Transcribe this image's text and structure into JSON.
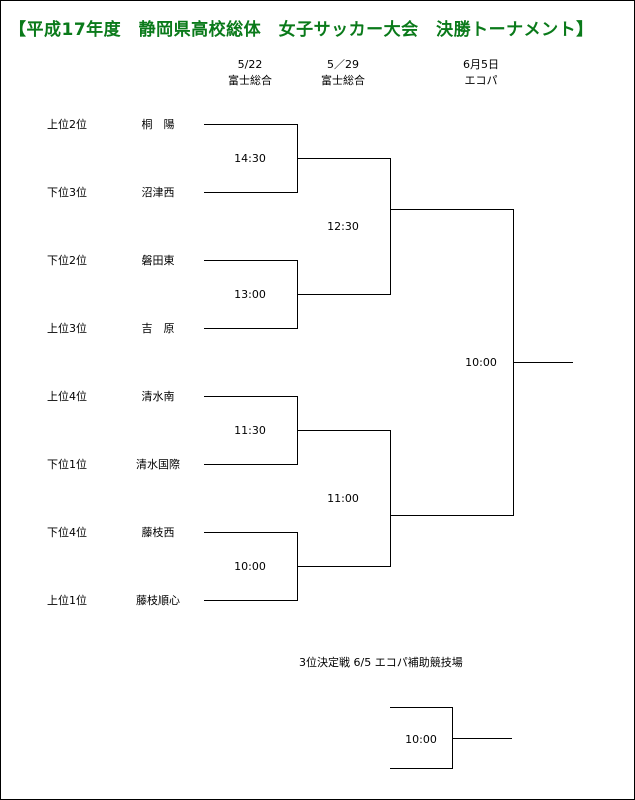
{
  "title": "【平成17年度　静岡県高校総体　女子サッカー大会　決勝トーナメント】",
  "rounds": [
    {
      "date": "5/22",
      "venue": "富士総合"
    },
    {
      "date": "5／29",
      "venue": "富士総合"
    },
    {
      "date": "6月5日",
      "venue": "エコパ"
    }
  ],
  "entries": [
    {
      "rank": "上位2位",
      "team": "桐　陽"
    },
    {
      "rank": "下位3位",
      "team": "沼津西"
    },
    {
      "rank": "下位2位",
      "team": "磐田東"
    },
    {
      "rank": "上位3位",
      "team": "吉　原"
    },
    {
      "rank": "上位4位",
      "team": "清水南"
    },
    {
      "rank": "下位1位",
      "team": "清水国際"
    },
    {
      "rank": "下位4位",
      "team": "藤枝西"
    },
    {
      "rank": "上位1位",
      "team": "藤枝順心"
    }
  ],
  "times": {
    "r1": [
      "14:30",
      "13:00",
      "11:30",
      "10:00"
    ],
    "r2": [
      "12:30",
      "11:00"
    ],
    "final": "10:00"
  },
  "third_place": {
    "label": "3位決定戦  6/5  エコパ補助競技場",
    "time": "10:00"
  }
}
